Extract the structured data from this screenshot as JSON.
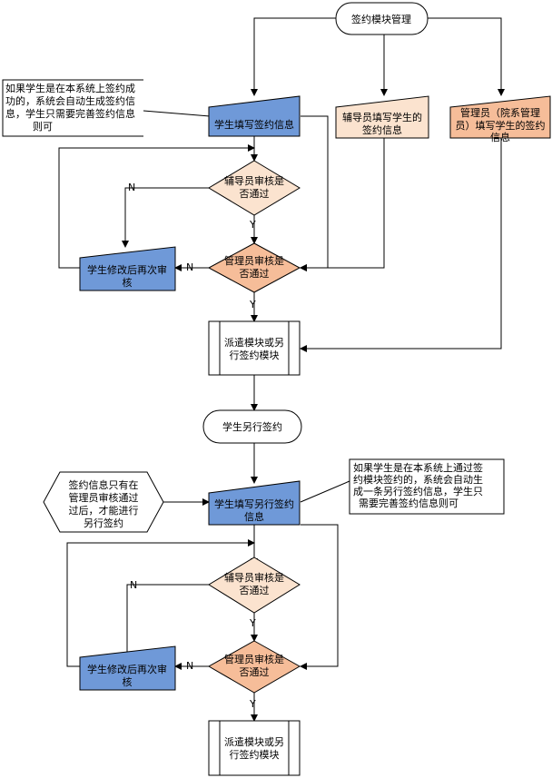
{
  "colors": {
    "student_input": "#6f99d8",
    "counselor_check": "#fbe3cf",
    "admin_check": "#f6bd99"
  },
  "top": {
    "start": "签约模块管理",
    "note": [
      "如果学生是在本系统上签约成",
      "功的，系统会自动生成签约信",
      "息，学生只需要完善签约信息",
      "则可"
    ],
    "student_fill": "学生填写签约信息",
    "counselor_fill": [
      "辅导员填写学生的",
      "签约信息"
    ],
    "admin_fill": [
      "管理员（院系管理",
      "员）填写学生的签约",
      "信息"
    ],
    "counselor_check": [
      "辅导员审核是",
      "否通过"
    ],
    "admin_check": [
      "管理员审核是",
      "否通过"
    ],
    "modify": [
      "学生修改后再次审",
      "核"
    ],
    "dispatch": [
      "派遣模块或另",
      "行签约模块"
    ]
  },
  "bottom": {
    "start": "学生另行签约",
    "left_note": [
      "签约信息只有在",
      "管理员审核通过",
      "过后，才能进行",
      "另行签约"
    ],
    "right_note": [
      "如果学生是在本系统上通过签",
      "约模块签约的，系统会自动生",
      "成一条另行签约信息，学生只",
      "需要完善签约信息则可"
    ],
    "student_fill": [
      "学生填写另行签约",
      "信息"
    ],
    "counselor_check": [
      "辅导员审核是",
      "否通过"
    ],
    "admin_check": [
      "管理员审核是",
      "否通过"
    ],
    "modify": [
      "学生修改后再次审",
      "核"
    ],
    "dispatch": [
      "派遣模块或另",
      "行签约模块"
    ]
  },
  "labels": {
    "no": "N",
    "yes": "Y"
  }
}
